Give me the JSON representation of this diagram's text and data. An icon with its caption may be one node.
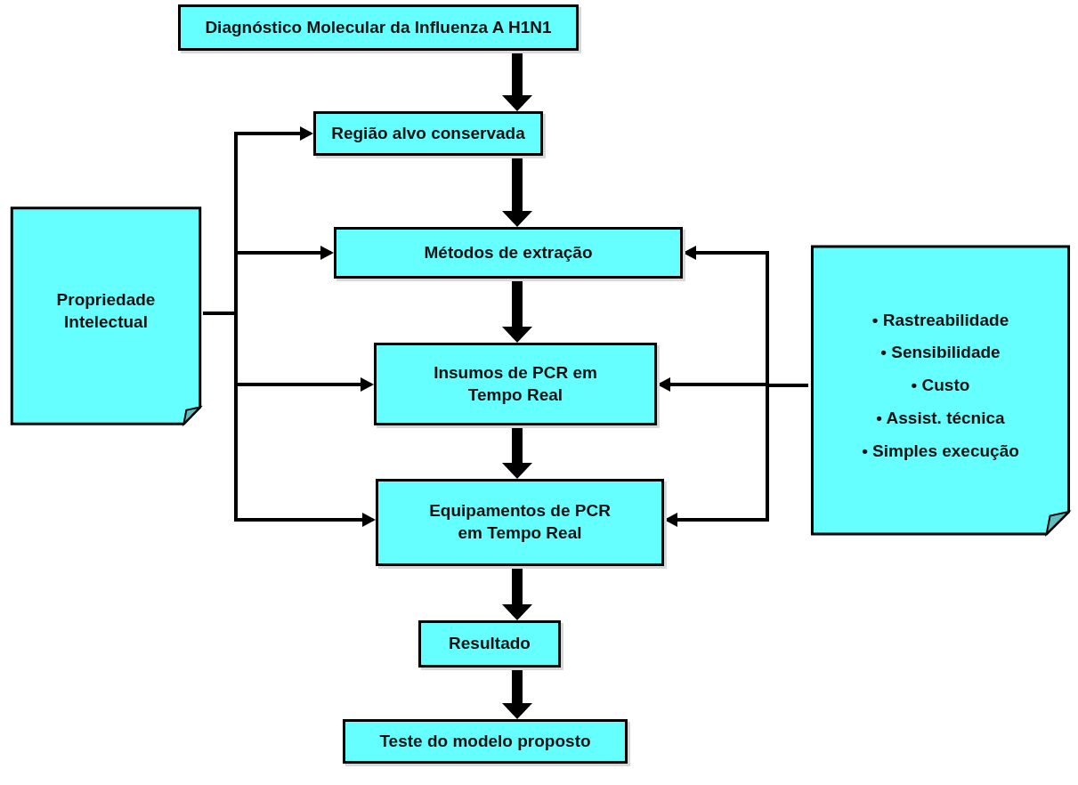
{
  "diagram": {
    "nodes": [
      {
        "text": [
          "Diagnóstico Molecular da Influenza A H1N1"
        ]
      },
      {
        "text": [
          "Região alvo conservada"
        ]
      },
      {
        "text": [
          "Métodos de extração"
        ]
      },
      {
        "text": [
          "Insumos de PCR em Tempo Real"
        ]
      },
      {
        "text": [
          "Equipamentos de PCR em Tempo Real"
        ]
      },
      {
        "text": [
          "Resultado"
        ]
      },
      {
        "text": [
          "Teste do modelo proposto"
        ]
      },
      {
        "text": [
          "Propriedade Intelectual"
        ]
      },
      {
        "text": [
          "• Rastreabilidade",
          "• Sensibilidade",
          "• Custo",
          "• Assist. técnica",
          "• Simples execução"
        ]
      }
    ],
    "edges": [
      {
        "from": 0,
        "to": 1,
        "arrow": "to",
        "style": "thick"
      },
      {
        "from": 1,
        "to": 2,
        "arrow": "to",
        "style": "thick"
      },
      {
        "from": 2,
        "to": 3,
        "arrow": "to",
        "style": "thick"
      },
      {
        "from": 3,
        "to": 4,
        "arrow": "to",
        "style": "thick"
      },
      {
        "from": 4,
        "to": 5,
        "arrow": "to",
        "style": "thick"
      },
      {
        "from": 5,
        "to": 6,
        "arrow": "to",
        "style": "thick"
      },
      {
        "from": 7,
        "to": 1,
        "arrow": "to"
      },
      {
        "from": 7,
        "to": 2,
        "arrow": "to"
      },
      {
        "from": 7,
        "to": 3,
        "arrow": "to"
      },
      {
        "from": 7,
        "to": 4,
        "arrow": "to"
      },
      {
        "from": 8,
        "to": 2,
        "arrow": "to"
      },
      {
        "from": 8,
        "to": 3,
        "arrow": "to"
      },
      {
        "from": 8,
        "to": 4,
        "arrow": "to"
      }
    ]
  }
}
